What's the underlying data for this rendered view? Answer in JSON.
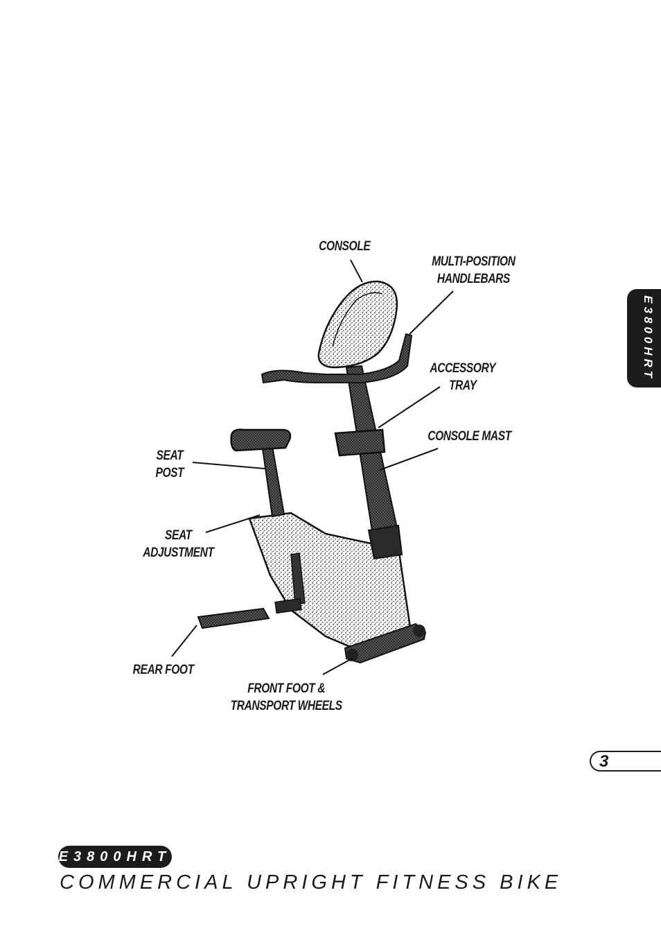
{
  "labels": {
    "console": "CONSOLE",
    "handlebars_line1": "MULTI-POSITION",
    "handlebars_line2": "HANDLEBARS",
    "tray_line1": "ACCESSORY",
    "tray_line2": "TRAY",
    "mast": "CONSOLE MAST",
    "seat_post_line1": "SEAT",
    "seat_post_line2": "POST",
    "seat_adj_line1": "SEAT",
    "seat_adj_line2": "ADJUSTMENT",
    "rear_foot": "REAR FOOT",
    "front_foot_line1": "FRONT FOOT &",
    "front_foot_line2": "TRANSPORT WHEELS"
  },
  "side_tab": "E3800HRT",
  "page_number": "3",
  "model_badge": "E3800HRT",
  "product_title": "COMMERCIAL UPRIGHT FITNESS BIKE",
  "colors": {
    "ink": "#1c1c1c",
    "paper": "#ffffff"
  }
}
